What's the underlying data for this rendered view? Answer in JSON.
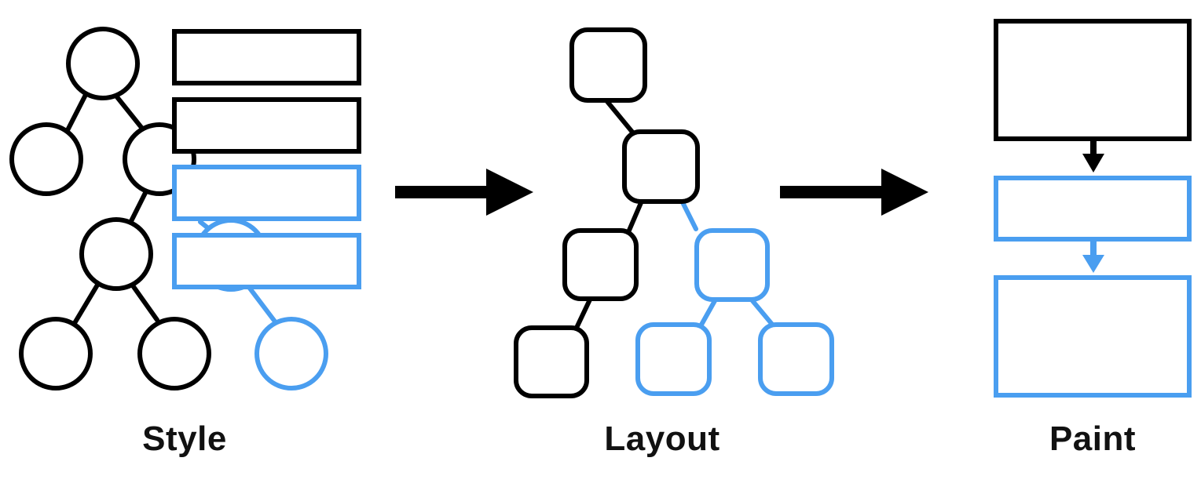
{
  "stages": [
    {
      "id": "style",
      "label": "Style"
    },
    {
      "id": "layout",
      "label": "Layout"
    },
    {
      "id": "paint",
      "label": "Paint"
    }
  ],
  "colors": {
    "default": "#000000",
    "highlight": "#4a9ef0"
  }
}
